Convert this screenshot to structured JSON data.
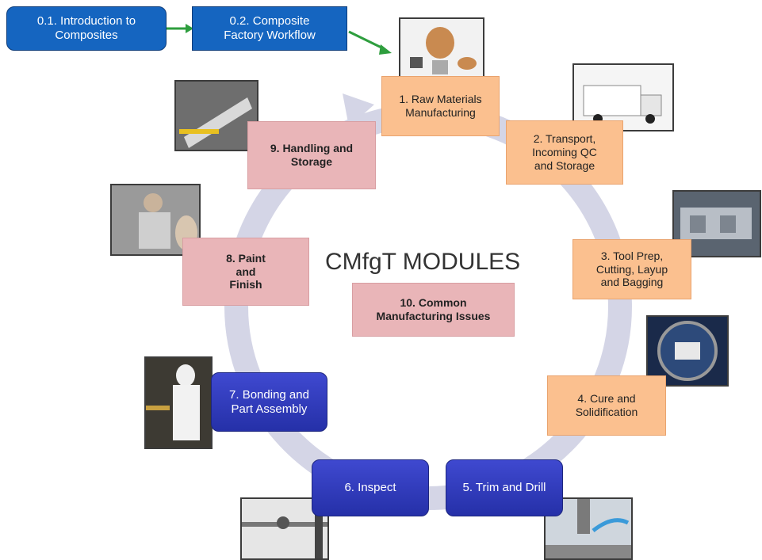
{
  "title": "CMfgT MODULES",
  "top_boxes": [
    {
      "label": "0.1. Introduction to\nComposites"
    },
    {
      "label": "0.2. Composite\nFactory Workflow"
    }
  ],
  "modules": [
    {
      "label": "1. Raw Materials\nManufacturing"
    },
    {
      "label": "2. Transport,\nIncoming QC\nand Storage"
    },
    {
      "label": "3. Tool Prep,\nCutting, Layup\nand Bagging"
    },
    {
      "label": "4. Cure and\nSolidification"
    },
    {
      "label": "5. Trim and Drill"
    },
    {
      "label": "6. Inspect"
    },
    {
      "label": "7. Bonding and\nPart Assembly"
    },
    {
      "label": "8. Paint\nand\nFinish"
    },
    {
      "label": "9. Handling and\nStorage"
    }
  ],
  "center_box": {
    "label": "10. Common\nManufacturing Issues"
  },
  "colors": {
    "ring": "#d4d5e6",
    "arrow_green": "#2e9e3e",
    "blue_top": "#1565c0",
    "peach": "#fbc08f",
    "pink": "#e9b5b8",
    "purple": "#2f3ab8"
  }
}
